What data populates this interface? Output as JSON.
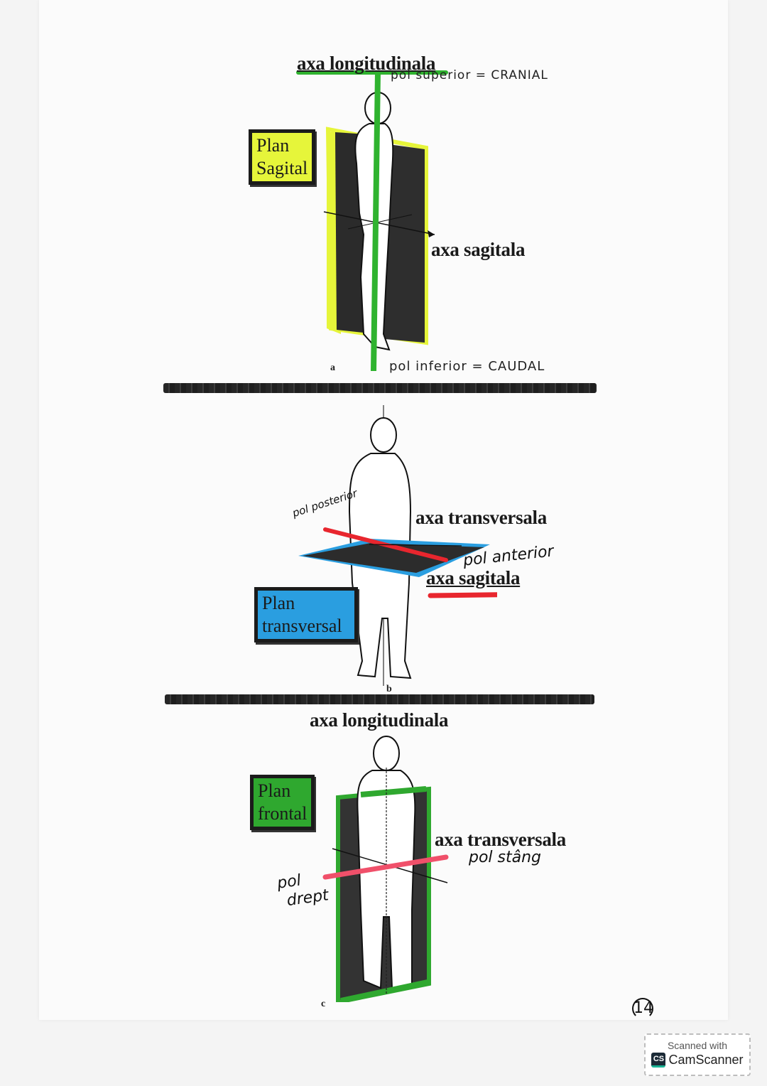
{
  "figure_a": {
    "letter": "a",
    "axis_longitudinal_label": "axa longitudinala",
    "pole_superior_note": "pol superior = CRANIAL",
    "plane_label_line1": "Plan",
    "plane_label_line2": "Sagital",
    "axis_sagittal_label": "axa sagitala",
    "pole_inferior_note": "pol inferior = CAUDAL",
    "plane_color": "#e6f53a",
    "axis_color": "#2fb32f"
  },
  "figure_b": {
    "letter": "b",
    "pole_posterior_note": "pol posterior",
    "axis_transversal_label": "axa transversala",
    "pole_anterior_note": "pol anterior",
    "axis_sagittal_label": "axa sagitala",
    "plane_label_line1": "Plan",
    "plane_label_line2": "transversal",
    "plane_color": "#2a9ee0",
    "axis_color": "#e8262e"
  },
  "figure_c": {
    "letter": "c",
    "axis_longitudinal_label": "axa longitudinala",
    "plane_label_line1": "Plan",
    "plane_label_line2": "frontal",
    "axis_transversal_label": "axa transversala",
    "pole_left_note": "pol stâng",
    "pole_right_note_line1": "pol",
    "pole_right_note_line2": "drept",
    "plane_color": "#2fa82f",
    "axis_color": "#f0506a"
  },
  "page_number": "14",
  "watermark": {
    "top": "Scanned with",
    "logo": "CS",
    "name": "CamScanner"
  }
}
